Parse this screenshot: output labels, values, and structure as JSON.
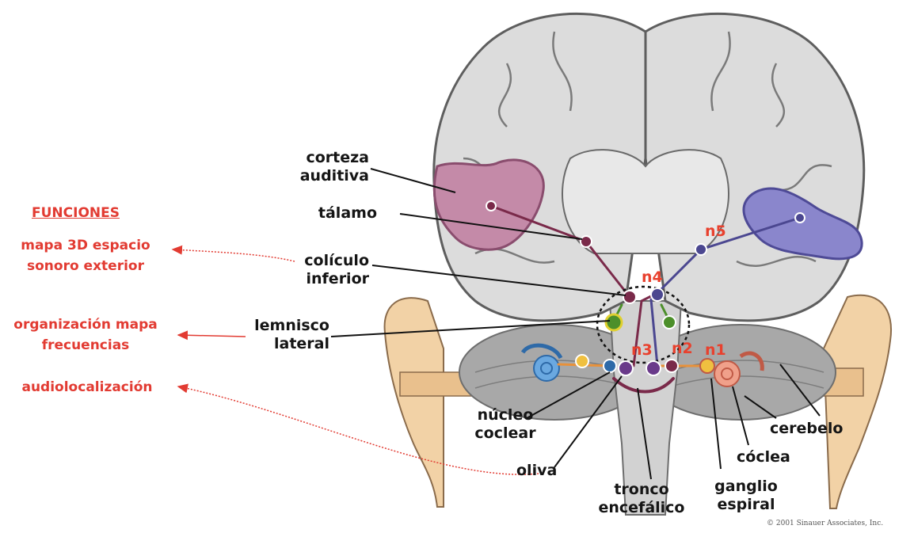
{
  "functions": {
    "title": "FUNCIONES",
    "items": [
      {
        "line1": "mapa 3D espacio",
        "line2": "sonoro exterior"
      },
      {
        "line1": "organización mapa",
        "line2": "frecuencias"
      },
      {
        "line1": "audiolocalización",
        "line2": ""
      }
    ]
  },
  "labels": {
    "corteza": {
      "line1": "corteza",
      "line2": "auditiva"
    },
    "talamo": "tálamo",
    "coliculo": {
      "line1": "colículo",
      "line2": "inferior"
    },
    "lemnisco": {
      "line1": "lemnisco",
      "line2": "lateral"
    },
    "nucleo": {
      "line1": "núcleo",
      "line2": "coclear"
    },
    "oliva": "oliva",
    "tronco": {
      "line1": "tronco",
      "line2": "encefálico"
    },
    "ganglio": {
      "line1": "ganglio",
      "line2": "espiral"
    },
    "coclea": "cóclea",
    "cerebelo": "cerebelo"
  },
  "neurons": {
    "n1": "n1",
    "n2": "n2",
    "n3": "n3",
    "n4": "n4",
    "n5": "n5"
  },
  "copyright": "© 2001 Sinauer Associates, Inc.",
  "colors": {
    "label_text": "#151515",
    "function_text": "#e23b32",
    "neuron_tag": "#e8412e",
    "cortex_left": "#c48aa8",
    "cortex_right": "#8a86cc"
  }
}
